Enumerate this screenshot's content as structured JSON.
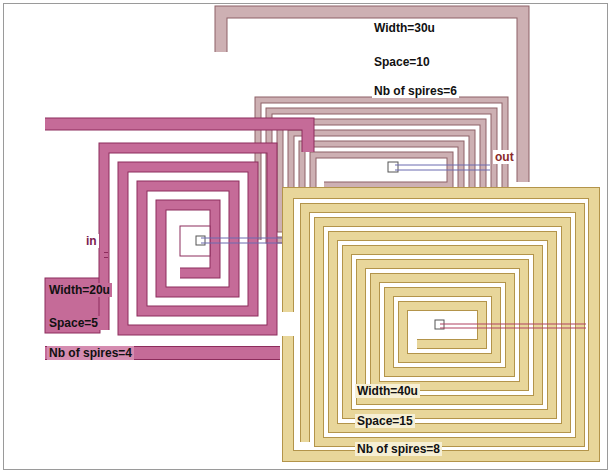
{
  "diagram": {
    "labels": [
      "Width=30u",
      "Space=10",
      "Nb of spires=6",
      "out",
      "in",
      "Width=20u",
      "Space=5",
      "Nb of spires=4",
      "Width=40u",
      "Space=15",
      "Nb of spires=8"
    ]
  }
}
